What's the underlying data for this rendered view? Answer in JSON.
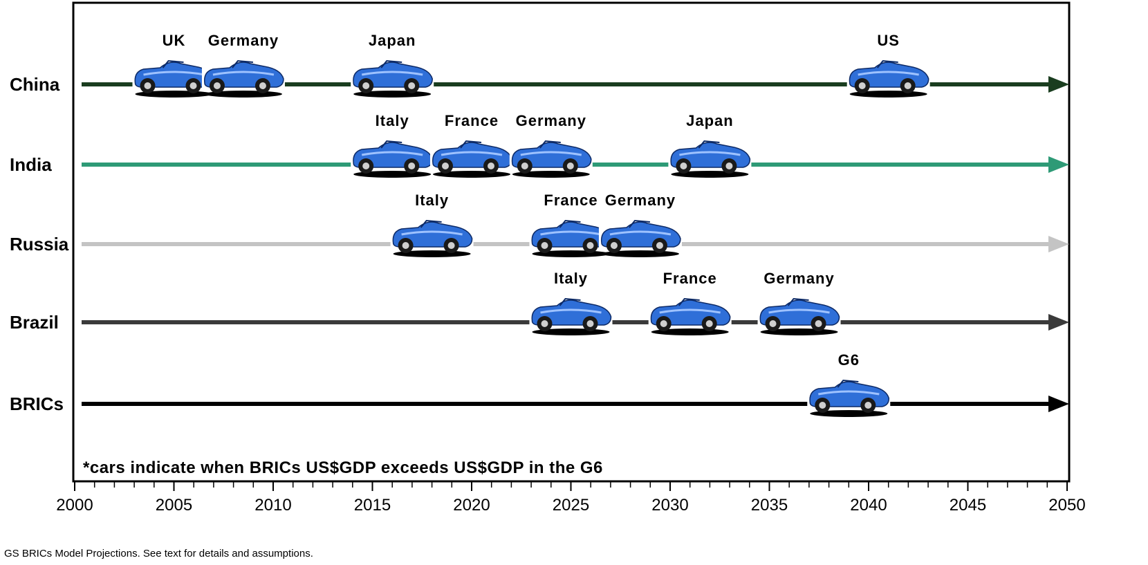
{
  "chart_data": {
    "type": "timeline",
    "xlim": [
      2000,
      2050
    ],
    "x_ticks": [
      "2000",
      "2005",
      "2010",
      "2015",
      "2020",
      "2025",
      "2030",
      "2035",
      "2040",
      "2045",
      "2050"
    ],
    "rows": [
      {
        "name": "China",
        "color": "#1a3d1f",
        "events": [
          {
            "label": "UK",
            "year": 2005
          },
          {
            "label": "Germany",
            "year": 2008.5
          },
          {
            "label": "Japan",
            "year": 2016
          },
          {
            "label": "US",
            "year": 2041
          }
        ]
      },
      {
        "name": "India",
        "color": "#2e9a76",
        "events": [
          {
            "label": "Italy",
            "year": 2016
          },
          {
            "label": "France",
            "year": 2020
          },
          {
            "label": "Germany",
            "year": 2024
          },
          {
            "label": "Japan",
            "year": 2032
          }
        ]
      },
      {
        "name": "Russia",
        "color": "#c4c4c4",
        "events": [
          {
            "label": "Italy",
            "year": 2018
          },
          {
            "label": "France",
            "year": 2025
          },
          {
            "label": "Germany",
            "year": 2028.5
          }
        ]
      },
      {
        "name": "Brazil",
        "color": "#3a3a3a",
        "events": [
          {
            "label": "Italy",
            "year": 2025
          },
          {
            "label": "France",
            "year": 2031
          },
          {
            "label": "Germany",
            "year": 2036.5
          }
        ]
      },
      {
        "name": "BRICs",
        "color": "#000000",
        "events": [
          {
            "label": "G6",
            "year": 2039
          }
        ]
      }
    ],
    "note": "*cars indicate when BRICs US$GDP exceeds US$GDP in the G6",
    "marker_color": "#2f6fd8"
  },
  "source": "GS BRICs Model Projections. See text for details and assumptions."
}
